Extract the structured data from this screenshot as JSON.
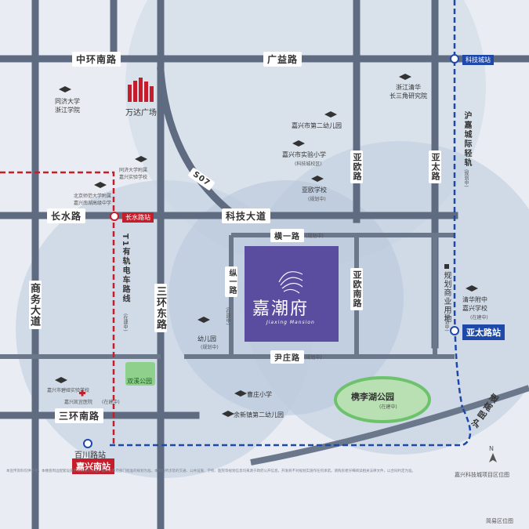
{
  "roads": {
    "zhonghuan_north": "中环南路",
    "guangyi": "广益路",
    "changshui": "长水路",
    "keji": "科技大道",
    "s07": "S07",
    "henge_yi": "横一路",
    "henge_yi_note": "(规划中)",
    "zong_yi": "纵一路",
    "zong_yi_note": "(在建中)",
    "yazhuang": "尹庄路",
    "yazhuang_note": "(规划中)",
    "sanhuan_nan": "三环南路",
    "shangwu": "商务大道",
    "sanhuan_dong": "三环东路",
    "yaou": "亚欧路",
    "yaou_nan": "亚欧南路",
    "yatai": "亚太路",
    "t1": "T1有轨电车路线",
    "t1_note": "(在建中)",
    "huyu": "沪嘉城际轻轨",
    "huyu_note": "(规划中)",
    "planned_commercial": "规划商业用地",
    "planned_commercial_note": "(规划中)",
    "hu_hang": "沪昆高速"
  },
  "stations": {
    "keji_cheng": "科技城站",
    "changshui_zhan": "长水路站",
    "yatai_zhan": "亚太路站",
    "baichuan": "百川路站",
    "jiaxing_nan": "嘉兴南站"
  },
  "pois": {
    "wanda": "万达广场",
    "tongji": [
      "同济大学",
      "浙江学院"
    ],
    "zhejiang_tsinghua": [
      "浙江清华",
      "长三角研究院"
    ],
    "kindergarten2": "嘉兴市第二幼儿园",
    "shiyan": "嘉兴市实验小学",
    "shiyan_note": "(科技城校区)",
    "yaou_school": "亚欧学校",
    "yaou_school_note": "(规划中)",
    "tongji_fuzhong": [
      "同济大学附属",
      "嘉兴实验学校"
    ],
    "beishi": [
      "北京师范大学附属",
      "嘉兴南湖高级中学"
    ],
    "tsinghua_fuzhong": [
      "清华附中",
      "嘉兴学校"
    ],
    "tsinghua_note": "(在建中)",
    "youeryuan": "幼儿园",
    "youeryuan_note": "(规划中)",
    "shuangxi_park": "双溪公园",
    "shufa": "嘉兴市碧娅实验学校",
    "hospital": "嘉兴凯宜医院",
    "hospital_note": "(在建中)",
    "caozhuang": "曹庄小学",
    "yuxin": "余新镇第二幼儿园",
    "xiuli_park": "槜李湖公园",
    "xiuli_note": "(在建中)"
  },
  "project": {
    "name": "嘉潮府",
    "name_en": "Jiaxing Mansion"
  },
  "footer": {
    "right_top": "嘉兴科技城项目区位图",
    "right_bottom": "简易区位图",
    "north": "N",
    "disclaimer": "本宣传资料仅供参考，本楼盘周边配套设施不以本资料为准，最终以政府部门批准的规划为准。本资料所涉及的交通、公共设施、学校、医院等规划信息均来源于政府公开信息，开发商不对规划实施作任何承诺。请购房者仔细阅读相关法律文件，以合同约定为准。"
  },
  "colors": {
    "road": "#5e6b80",
    "bg": "#e9edf3",
    "circle": "#bccbde",
    "project": "#5a4da0",
    "rail_red": "#c71d2a",
    "rail_blue": "#1f49a8",
    "park": "#6dc26c"
  }
}
